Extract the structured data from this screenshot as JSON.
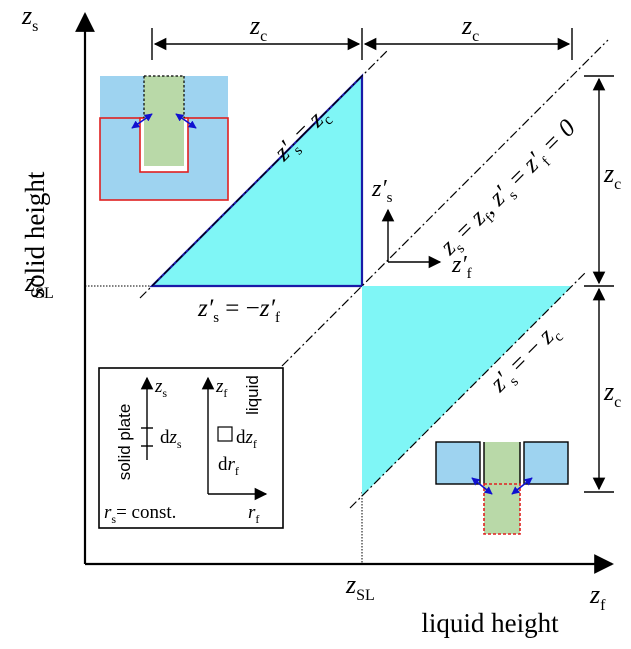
{
  "axes": {
    "x_symbol": "z",
    "x_sub": "f",
    "y_symbol": "z",
    "y_sub": "s",
    "x_label": "liquid height",
    "y_label": "solid height",
    "x_tick_symbol": "z",
    "x_tick_sub": "SL",
    "y_tick_symbol": "z",
    "y_tick_sub": "SL"
  },
  "dimensions": {
    "top_left": {
      "symbol": "z",
      "sub": "c"
    },
    "top_right": {
      "symbol": "z",
      "sub": "c"
    },
    "right_upper": {
      "symbol": "z",
      "sub": "c"
    },
    "right_lower": {
      "symbol": "z",
      "sub": "c"
    }
  },
  "lines": {
    "upper_diag": {
      "lhs": "z′",
      "lhs_sub": "s",
      "eq": " = ",
      "rhs": "z",
      "rhs_sub": "c"
    },
    "middle_diag": {
      "a": "z",
      "a_sub": "s",
      "eq1": " = ",
      "b": "z",
      "b_sub": "f",
      "sep": ", ",
      "c": "z′",
      "c_sub": "s",
      "eq2": " = ",
      "d": "z′",
      "d_sub": "f",
      "eq3": " = 0"
    },
    "lower_diag": {
      "lhs": "z′",
      "lhs_sub": "s",
      "eq": " = − ",
      "rhs": "z",
      "rhs_sub": "c"
    },
    "horizontal": {
      "lhs": "z′",
      "lhs_sub": "s",
      "eq": " = −",
      "rhs": "z′",
      "rhs_sub": "f"
    }
  },
  "local_axes": {
    "vertical": {
      "symbol": "z′",
      "sub": "s"
    },
    "horizontal": {
      "symbol": "z′",
      "sub": "f"
    }
  },
  "legend": {
    "solid_plate": "solid plate",
    "liquid": "liquid",
    "zs_symbol": "z",
    "zs_sub": "s",
    "dzs_prefix": "d",
    "dzs_symbol": "z",
    "dzs_sub": "s",
    "zf_symbol": "z",
    "zf_sub": "f",
    "dzf_prefix": "d",
    "dzf_symbol": "z",
    "dzf_sub": "f",
    "drf_prefix": "d",
    "drf_symbol": "r",
    "drf_sub": "f",
    "rf_symbol": "r",
    "rf_sub": "f",
    "rs_symbol": "r",
    "rs_sub": "s",
    "rs_rest": "= const."
  },
  "colors": {
    "region_fill": "#7ff6f6",
    "triangle_edge": "#1a1aa8",
    "solid_block": "#9ed3f0",
    "liquid_block": "#b9d9a8",
    "contact_red": "#e02020",
    "arrow_blue": "#1010d0"
  }
}
